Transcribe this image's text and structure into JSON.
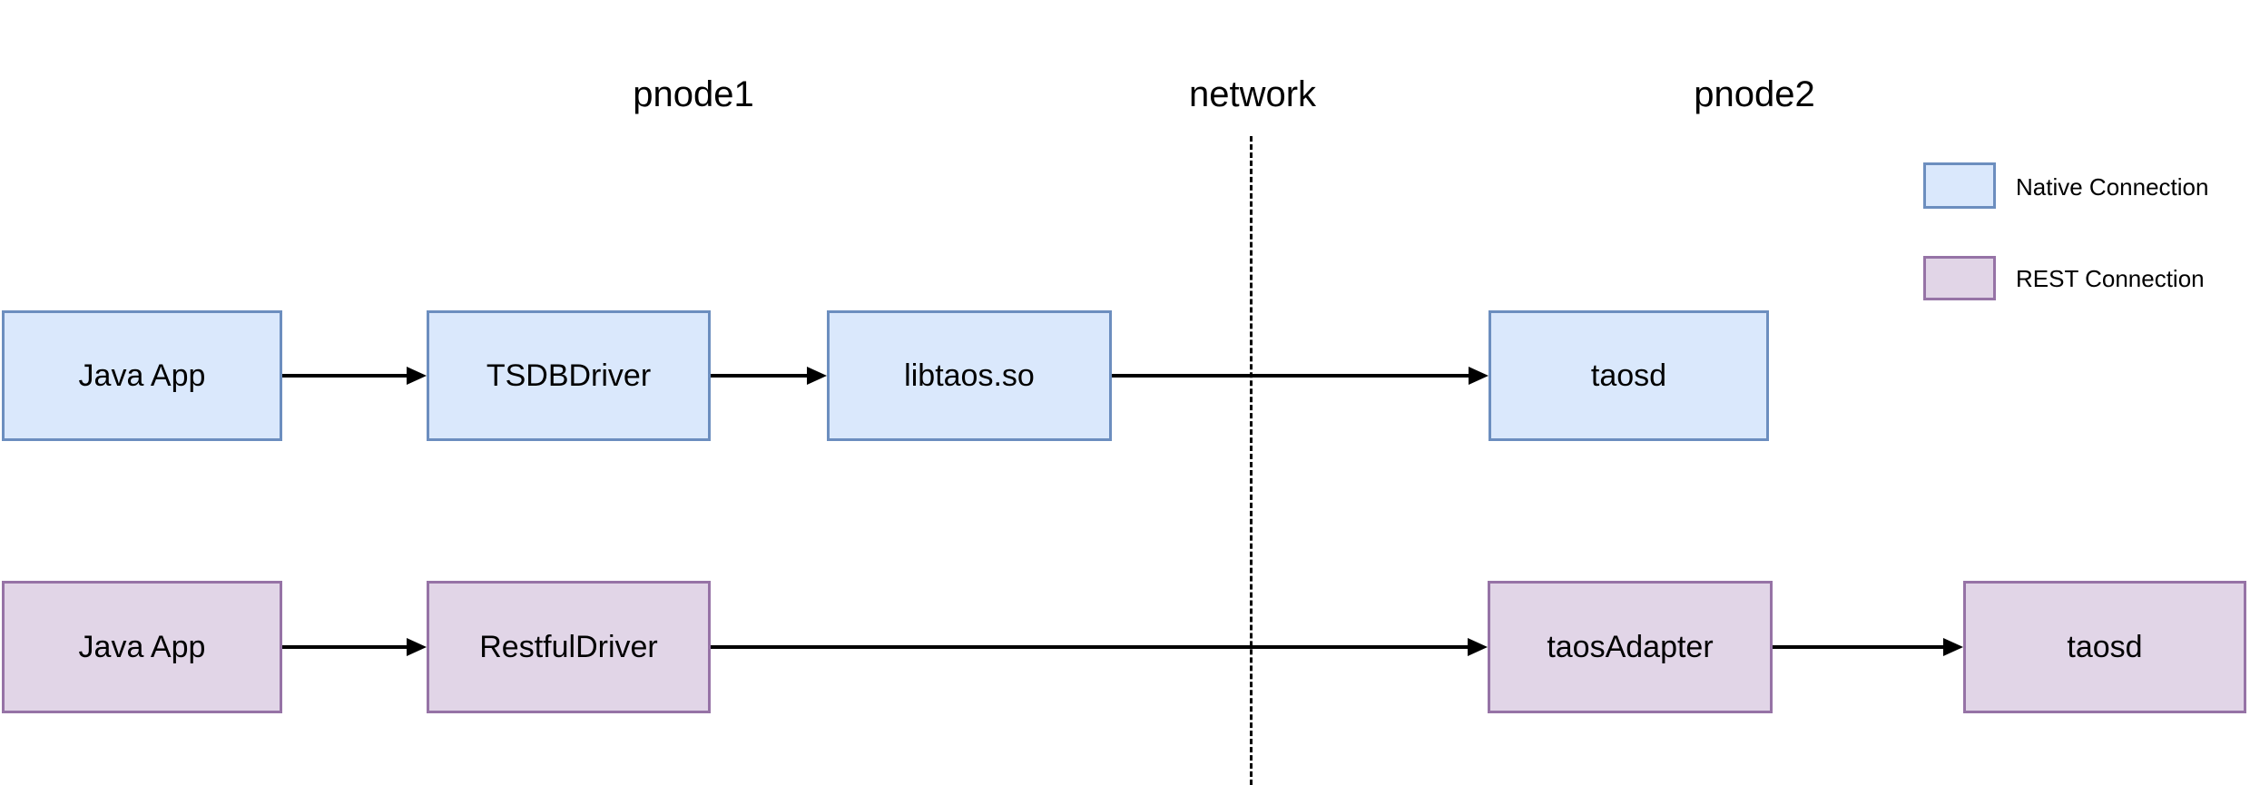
{
  "colors": {
    "background": "#ffffff",
    "native_fill": "#dae8fc",
    "native_stroke": "#6c8ebf",
    "rest_fill": "#e1d5e7",
    "rest_stroke": "#9673a6",
    "line": "#000000"
  },
  "zone_labels": [
    {
      "text": "pnode1"
    },
    {
      "text": "network"
    },
    {
      "text": "pnode2"
    }
  ],
  "native_row": {
    "nodes": [
      {
        "label": "Java App"
      },
      {
        "label": "TSDBDriver"
      },
      {
        "label": "libtaos.so"
      },
      {
        "label": "taosd"
      }
    ]
  },
  "rest_row": {
    "nodes": [
      {
        "label": "Java App"
      },
      {
        "label": "RestfulDriver"
      },
      {
        "label": "taosAdapter"
      },
      {
        "label": "taosd"
      }
    ]
  },
  "legend": {
    "items": [
      {
        "label": "Native Connection",
        "swatch": "native"
      },
      {
        "label": "REST Connection",
        "swatch": "rest"
      }
    ]
  }
}
